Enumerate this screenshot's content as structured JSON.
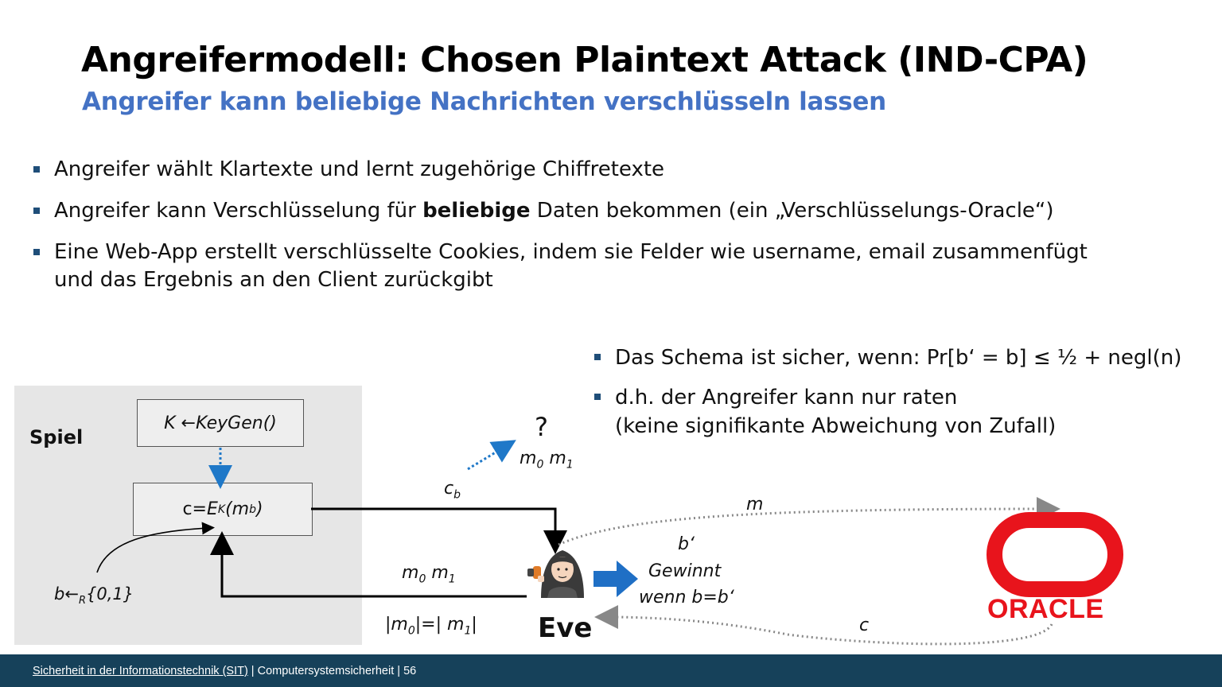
{
  "header": {
    "title": "Angreifermodell: Chosen Plaintext Attack (IND-CPA)",
    "subtitle": "Angreifer kann beliebige Nachrichten verschlüsseln lassen"
  },
  "bullets": [
    {
      "text": "Angreifer wählt Klartexte und lernt zugehörige Chiffretexte"
    },
    {
      "before": "Angreifer kann Verschlüsselung für ",
      "bold": "beliebige",
      "after": " Daten bekommen (ein „Verschlüsselungs-Oracle“)"
    },
    {
      "line1": "Eine Web-App erstellt verschlüsselte Cookies, indem sie Felder wie username, email zusammenfügt",
      "line2": "und das Ergebnis an den Client zurückgibt"
    }
  ],
  "right_bullets": [
    {
      "text": "Das Schema ist sicher, wenn: Pr[b‘ = b] ≤ ½ + negl(n)"
    },
    {
      "line1": "d.h. der Angreifer kann nur raten",
      "line2": "(keine signifikante Abweichung von Zufall)"
    }
  ],
  "diagram": {
    "game_label": "Spiel",
    "keygen": {
      "k": "K",
      "arrow": "←",
      "fn": "KeyGen()"
    },
    "encrypt": {
      "prefix": "c=",
      "e": "E",
      "k_sub": "K",
      "open": "(m",
      "b_sub": "b",
      "close": ")"
    },
    "bit_choice": {
      "b": "b",
      "arrow": "←",
      "r_sub": "R",
      "set": "{0,1}"
    },
    "question_mark": "?",
    "guess_msgs": {
      "m0": "m",
      "m0_sub": "0",
      "m1": "m",
      "m1_sub": "1"
    },
    "cb": {
      "c": "c",
      "sub": "b"
    },
    "sent_msgs": {
      "m0": "m",
      "m0_sub": "0",
      "m1": "m",
      "m1_sub": "1"
    },
    "length_cond": {
      "open": "|m",
      "s0": "0",
      "mid": "|=| m",
      "s1": "1",
      "close": "|"
    },
    "b_prime": "b‘",
    "wins_line1": "Gewinnt",
    "wins_line2": "wenn b=b‘",
    "eve_label": "Eve",
    "oracle_m": "m",
    "oracle_c": "c",
    "oracle_logo_text": "ORACLE"
  },
  "footer": {
    "org": "Sicherheit in der Informationstechnik (SIT)",
    "rest": " | Computersystemsicherheit | 56"
  },
  "colors": {
    "accent": "#4472c4",
    "footer_bg": "#16415a",
    "oracle_red": "#e8141c",
    "dotted_blue": "#1f78c8",
    "eve_arrow": "#1f6fc5"
  }
}
